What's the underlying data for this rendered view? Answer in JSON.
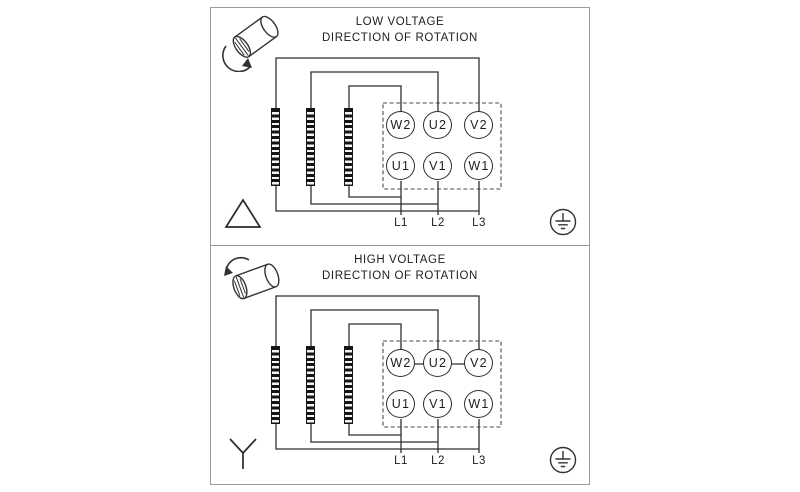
{
  "panels": [
    {
      "title": "LOW VOLTAGE",
      "subtitle": "DIRECTION OF ROTATION",
      "terminals_top": [
        "W2",
        "U2",
        "V2"
      ],
      "terminals_bottom": [
        "U1",
        "V1",
        "W1"
      ],
      "line_labels": [
        "L1",
        "L2",
        "L3"
      ],
      "connection": "delta"
    },
    {
      "title": "HIGH VOLTAGE",
      "subtitle": "DIRECTION OF ROTATION",
      "terminals_top": [
        "W2",
        "U2",
        "V2"
      ],
      "terminals_bottom": [
        "U1",
        "V1",
        "W1"
      ],
      "line_labels": [
        "L1",
        "L2",
        "L3"
      ],
      "connection": "wye"
    }
  ],
  "colors": {
    "wire": "#2f2f2f",
    "frame_border": "#9a9a9a",
    "text": "#1d1d1d",
    "background": "#ffffff"
  }
}
